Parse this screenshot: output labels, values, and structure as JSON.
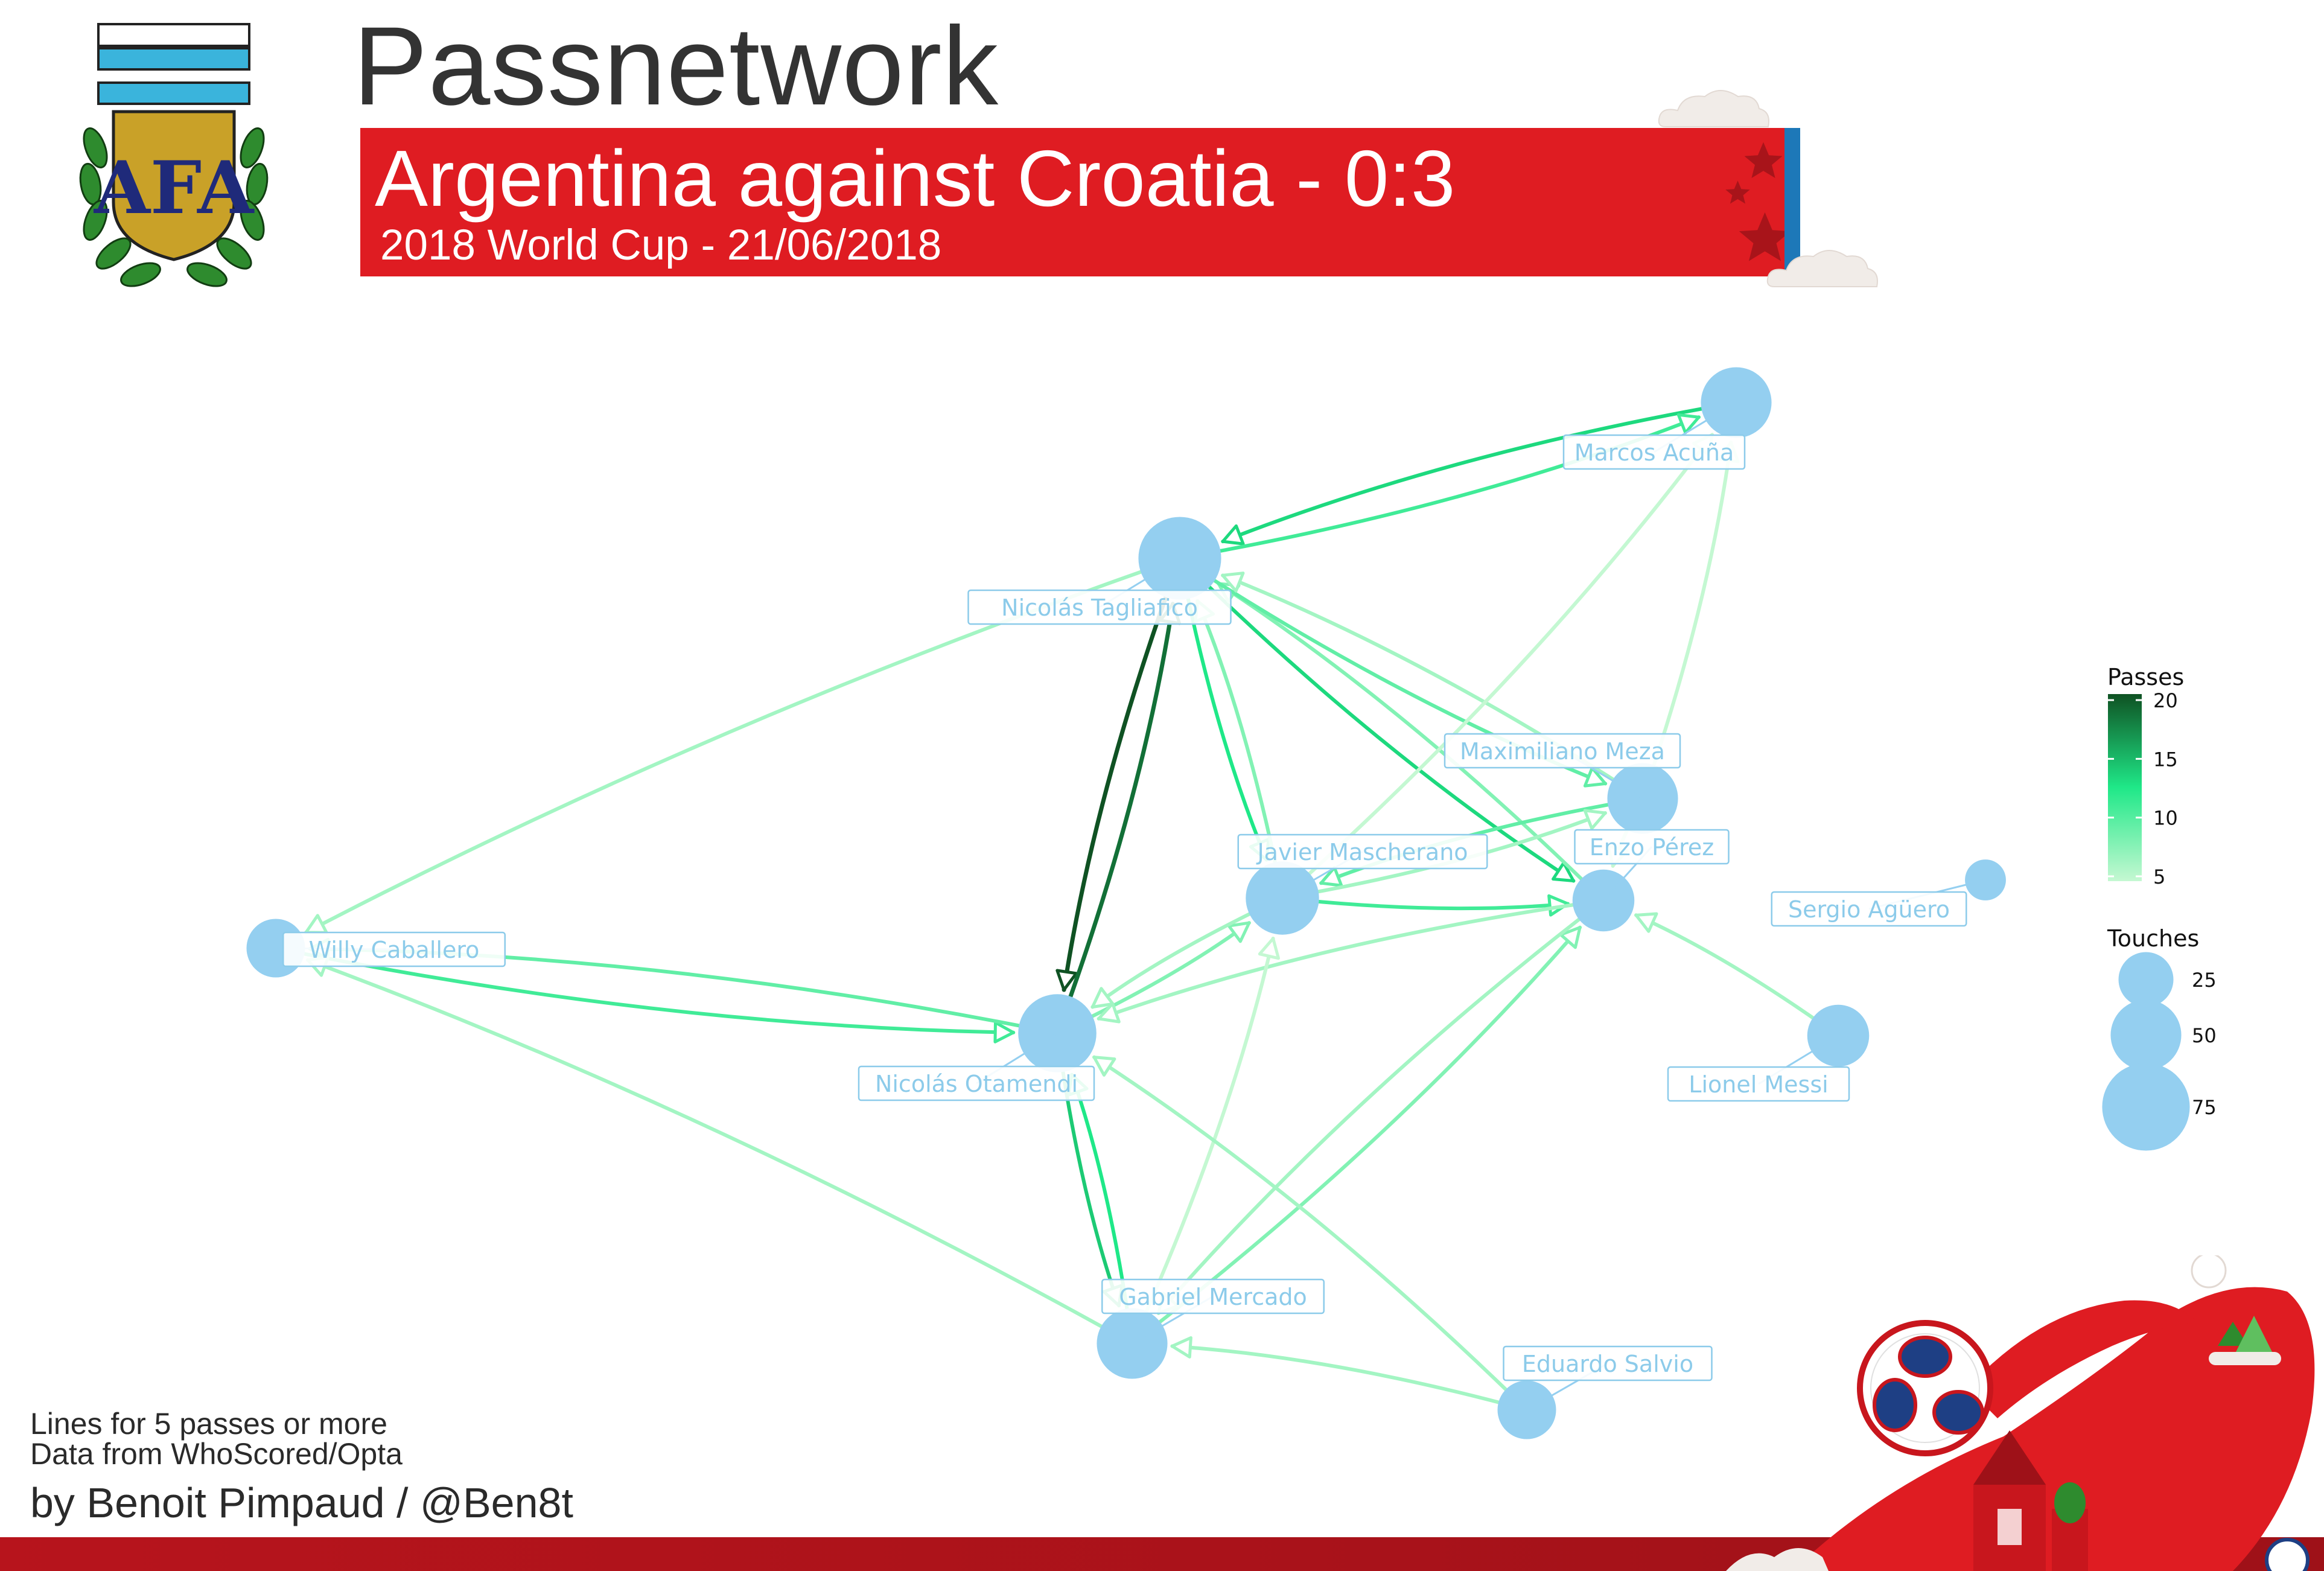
{
  "header": {
    "title": "Passnetwork",
    "match_title": "Argentina against Croatia - 0:3",
    "match_subtitle": "2018 World Cup - 21/06/2018",
    "logo_text": "AFA"
  },
  "colors": {
    "banner_red": "#df1c22",
    "banner_stripe_blue": "#1d78b8",
    "node_fill": "#94cff0",
    "label_text": "#8ccbea",
    "edge_low": "#b4f5c4",
    "edge_mid": "#1fe888",
    "edge_high": "#0f5223",
    "bottom_bar": "#b7141c"
  },
  "chart_data": {
    "type": "network",
    "nodes": [
      {
        "id": "tagliafico",
        "name": "Nicolás Tagliafico",
        "touches": 75
      },
      {
        "id": "acuna",
        "name": "Marcos Acuña",
        "touches": 50
      },
      {
        "id": "meza",
        "name": "Maximiliano Meza",
        "touches": 50
      },
      {
        "id": "mascherano",
        "name": "Javier Mascherano",
        "touches": 55
      },
      {
        "id": "perez",
        "name": "Enzo Pérez",
        "touches": 35
      },
      {
        "id": "aguero",
        "name": "Sergio Agüero",
        "touches": 10
      },
      {
        "id": "caballero",
        "name": "Willy Caballero",
        "touches": 30
      },
      {
        "id": "otamendi",
        "name": "Nicolás Otamendi",
        "touches": 65
      },
      {
        "id": "messi",
        "name": "Lionel Messi",
        "touches": 35
      },
      {
        "id": "mercado",
        "name": "Gabriel Mercado",
        "touches": 50
      },
      {
        "id": "salvio",
        "name": "Eduardo Salvio",
        "touches": 30
      }
    ],
    "edges": [
      {
        "from": "tagliafico",
        "to": "otamendi",
        "passes": 20
      },
      {
        "from": "otamendi",
        "to": "tagliafico",
        "passes": 18
      },
      {
        "from": "acuna",
        "to": "tagliafico",
        "passes": 11
      },
      {
        "from": "tagliafico",
        "to": "acuna",
        "passes": 9
      },
      {
        "from": "tagliafico",
        "to": "mascherano",
        "passes": 10
      },
      {
        "from": "mascherano",
        "to": "tagliafico",
        "passes": 7
      },
      {
        "from": "tagliafico",
        "to": "perez",
        "passes": 11
      },
      {
        "from": "perez",
        "to": "tagliafico",
        "passes": 7
      },
      {
        "from": "tagliafico",
        "to": "meza",
        "passes": 8
      },
      {
        "from": "meza",
        "to": "tagliafico",
        "passes": 6
      },
      {
        "from": "tagliafico",
        "to": "caballero",
        "passes": 6
      },
      {
        "from": "mascherano",
        "to": "acuna",
        "passes": 5
      },
      {
        "from": "meza",
        "to": "acuna",
        "passes": 5
      },
      {
        "from": "meza",
        "to": "mascherano",
        "passes": 8
      },
      {
        "from": "mascherano",
        "to": "meza",
        "passes": 6
      },
      {
        "from": "mascherano",
        "to": "perez",
        "passes": 9
      },
      {
        "from": "caballero",
        "to": "otamendi",
        "passes": 9
      },
      {
        "from": "otamendi",
        "to": "caballero",
        "passes": 8
      },
      {
        "from": "mercado",
        "to": "caballero",
        "passes": 6
      },
      {
        "from": "otamendi",
        "to": "mascherano",
        "passes": 7
      },
      {
        "from": "mascherano",
        "to": "otamendi",
        "passes": 6
      },
      {
        "from": "perez",
        "to": "otamendi",
        "passes": 6
      },
      {
        "from": "otamendi",
        "to": "mercado",
        "passes": 12
      },
      {
        "from": "mercado",
        "to": "otamendi",
        "passes": 10
      },
      {
        "from": "mercado",
        "to": "mascherano",
        "passes": 5
      },
      {
        "from": "mercado",
        "to": "perez",
        "passes": 7
      },
      {
        "from": "perez",
        "to": "mercado",
        "passes": 6
      },
      {
        "from": "salvio",
        "to": "otamendi",
        "passes": 6
      },
      {
        "from": "salvio",
        "to": "mercado",
        "passes": 6
      },
      {
        "from": "messi",
        "to": "perez",
        "passes": 6
      },
      {
        "from": "meza",
        "to": "perez",
        "passes": 5
      }
    ],
    "legend": {
      "passes_title": "Passes",
      "passes_ticks": [
        5,
        10,
        15,
        20
      ],
      "touches_title": "Touches",
      "touches_ticks": [
        25,
        50,
        75
      ],
      "placement": "right"
    }
  },
  "footer": {
    "note1": "Lines for 5 passes or more",
    "note2": "Data from WhoScored/Opta",
    "credit": "by Benoit Pimpaud / @Ben8t"
  }
}
